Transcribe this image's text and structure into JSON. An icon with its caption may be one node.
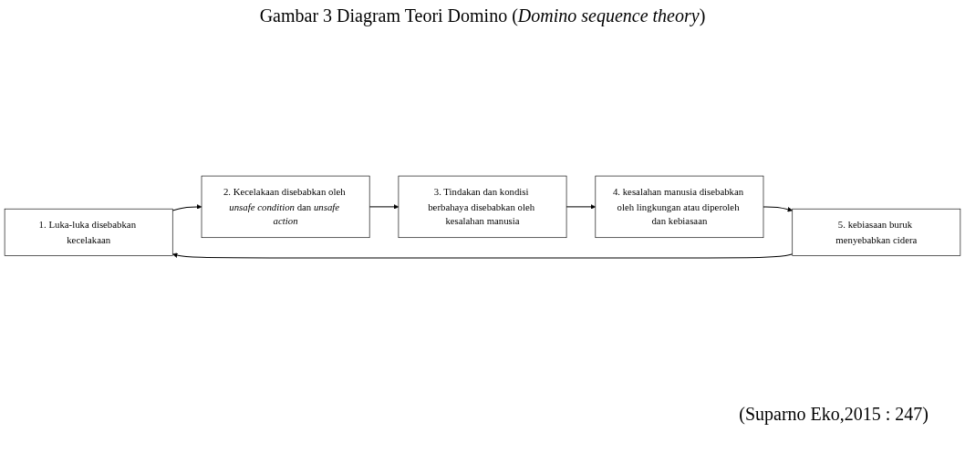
{
  "diagram": {
    "title": "Gambar 3 Diagram Teori Domino (*Domino sequence theory*)",
    "nodes": [
      {
        "text": [
          "1. Luka-luka disebabkan kecelakaan"
        ]
      },
      {
        "text": [
          "2. Kecelakaan disebabkan oleh *unsafe condition* dan *unsafe action*"
        ]
      },
      {
        "text": [
          "3. Tindakan dan kondisi berbahaya disebabkan oleh kesalahan manusia"
        ]
      },
      {
        "text": [
          "4. kesalahan manusia disebabkan oleh lingkungan atau diperoleh dan kebiasaan"
        ]
      },
      {
        "text": [
          "5. kebiasaan buruk menyebabkan cidera"
        ]
      }
    ],
    "edges": [
      {
        "from": 0,
        "to": 1,
        "arrow": "to"
      },
      {
        "from": 1,
        "to": 2,
        "arrow": "to"
      },
      {
        "from": 2,
        "to": 3,
        "arrow": "to"
      },
      {
        "from": 3,
        "to": 4,
        "arrow": "to"
      },
      {
        "from": 4,
        "to": 0,
        "arrow": "to"
      }
    ],
    "caption": "(Suparno Eko,2015 : 247)"
  }
}
